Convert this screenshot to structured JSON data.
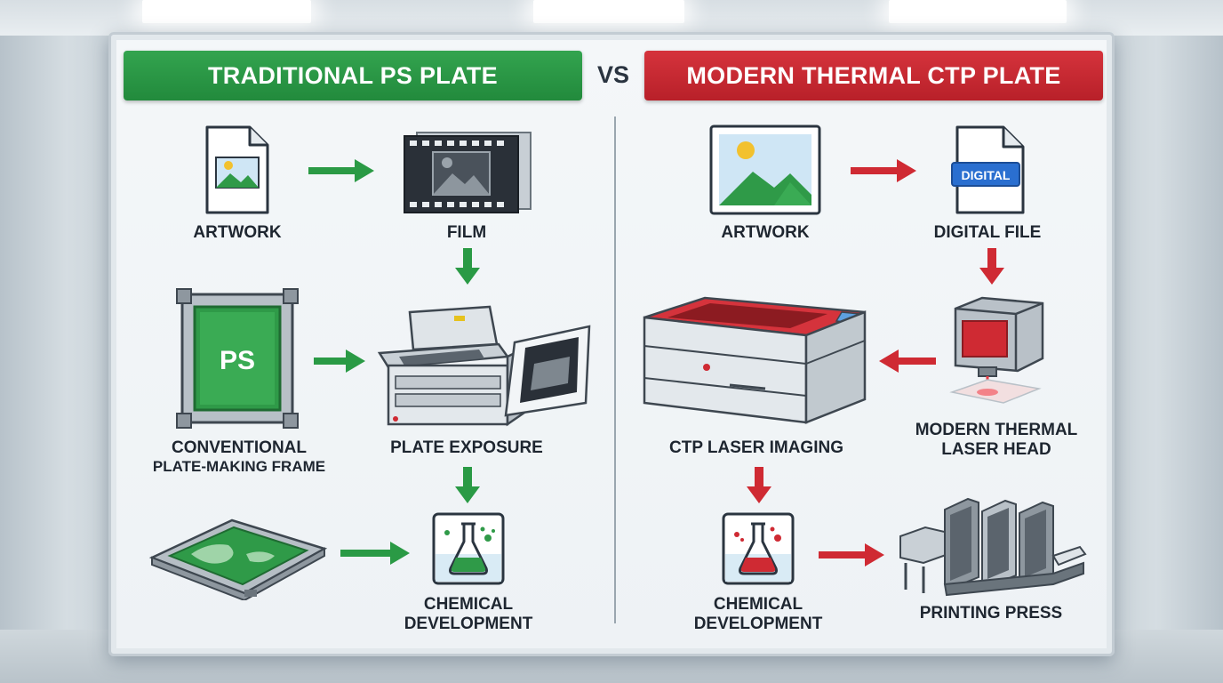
{
  "headers": {
    "left": "TRADITIONAL PS PLATE",
    "vs": "VS",
    "right": "MODERN THERMAL CTP PLATE"
  },
  "left_flow": {
    "artwork": "ARTWORK",
    "film": "FILM",
    "frame_line1": "CONVENTIONAL",
    "frame_line2": "PLATE-MAKING FRAME",
    "frame_badge": "PS",
    "plate_exposure": "PLATE EXPOSURE",
    "chem_line1": "CHEMICAL",
    "chem_line2": "DEVELOPMENT"
  },
  "right_flow": {
    "artwork": "ARTWORK",
    "digital_file": "DIGITAL FILE",
    "digital_badge": "DIGITAL",
    "laser_head_line1": "MODERN THERMAL",
    "laser_head_line2": "LASER HEAD",
    "ctp_imaging": "CTP LASER IMAGING",
    "chem_line1": "CHEMICAL",
    "chem_line2": "DEVELOPMENT",
    "printing_press": "PRINTING PRESS"
  },
  "colors": {
    "green": "#2a9a45",
    "red": "#cf2a33",
    "dark": "#1e2630"
  },
  "icons": [
    "artwork-file-icon",
    "film-icon",
    "ps-frame-icon",
    "exposure-machine-icon",
    "flask-icon",
    "image-icon",
    "digital-file-icon",
    "laser-head-icon",
    "ctp-machine-icon",
    "printing-press-icon",
    "arrow-icon"
  ]
}
